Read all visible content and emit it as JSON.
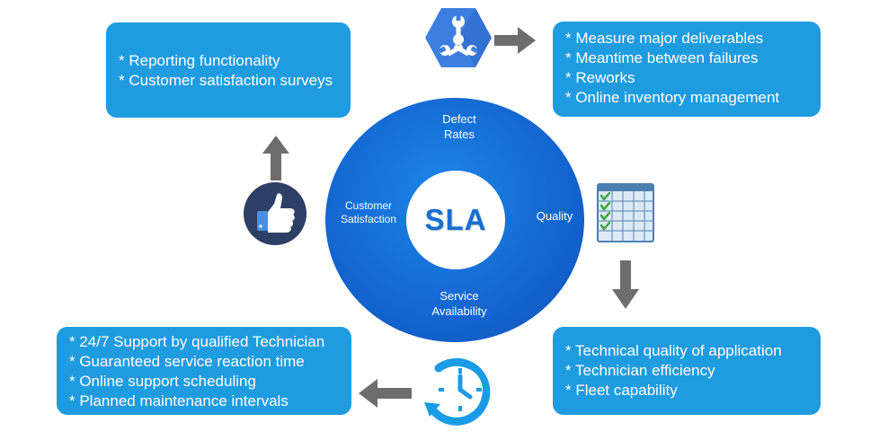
{
  "center": {
    "title": "SLA",
    "segments": {
      "top": [
        "Defect",
        "Rates"
      ],
      "left": [
        "Customer",
        "Satisfaction"
      ],
      "right": [
        "Quality"
      ],
      "bottom": [
        "Service",
        "Availability"
      ]
    }
  },
  "boxes": {
    "top_left": [
      "* Reporting functionality",
      "* Customer satisfaction surveys"
    ],
    "top_right": [
      "* Measure major deliverables",
      "* Meantime between failures",
      "* Reworks",
      "* Online inventory management"
    ],
    "bottom_right": [
      "* Technical quality of application",
      "* Technician efficiency",
      "* Fleet capability"
    ],
    "bottom_left": [
      "* 24/7 Support by qualified Technician",
      "* Guaranteed service reaction time",
      "* Online support scheduling",
      "* Planned maintenance intervals"
    ]
  },
  "icons": {
    "top": "wrench-hexagon-icon",
    "right": "checklist-icon",
    "bottom": "clock-icon",
    "left": "thumbs-up-icon"
  },
  "colors": {
    "box": "#1f9be0",
    "ring": "#1467d1",
    "arrow": "#6d6d6d",
    "thumb_bg": "#2e3f66",
    "hexagon": "#3d7fe0"
  }
}
